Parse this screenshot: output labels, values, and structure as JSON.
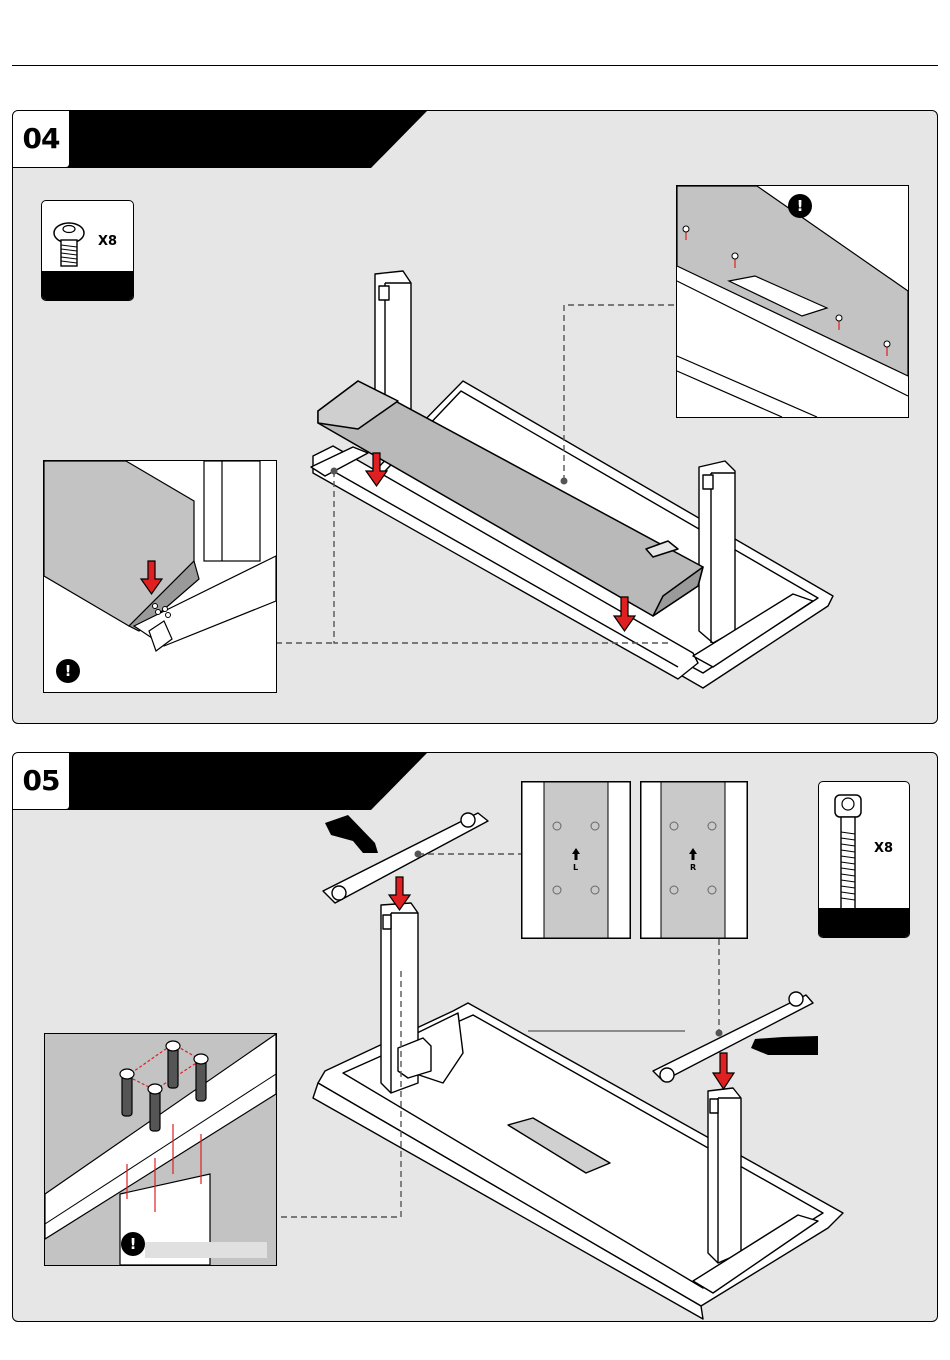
{
  "step4": {
    "number": "04",
    "hardware_qty": "X8",
    "note_icon": "!",
    "icons": [
      "screw-icon",
      "warning-icon"
    ]
  },
  "step5": {
    "number": "05",
    "hardware_qty": "X8",
    "note_icon": "!",
    "plate_left_label": "L",
    "plate_right_label": "R",
    "icons": [
      "bolt-icon",
      "warning-icon",
      "hand-icon"
    ]
  },
  "colors": {
    "panel_bg": "#e6e6e6",
    "accent_red": "#e02020",
    "header_black": "#000000"
  }
}
